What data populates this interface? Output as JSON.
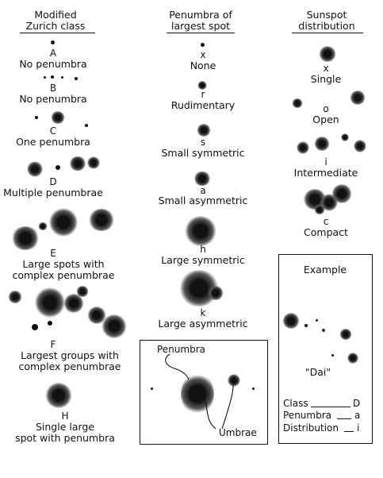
{
  "columns": {
    "zurich": {
      "title_line1": "Modified",
      "title_line2": "Zurich class",
      "items": [
        {
          "code": "A",
          "label": "No penumbra"
        },
        {
          "code": "B",
          "label": "No penumbra"
        },
        {
          "code": "C",
          "label": "One penumbra"
        },
        {
          "code": "D",
          "label": "Multiple penumbrae"
        },
        {
          "code": "E",
          "label_line1": "Large spots with",
          "label_line2": "complex penumbrae"
        },
        {
          "code": "F",
          "label_line1": "Largest groups with",
          "label_line2": "complex penumbrae"
        },
        {
          "code": "H",
          "label_line1": "Single large",
          "label_line2": "spot with penumbra"
        }
      ]
    },
    "penumbra": {
      "title_line1": "Penumbra of",
      "title_line2": "largest spot",
      "items": [
        {
          "code": "x",
          "label": "None"
        },
        {
          "code": "r",
          "label": "Rudimentary"
        },
        {
          "code": "s",
          "label": "Small symmetric"
        },
        {
          "code": "a",
          "label": "Small asymmetric"
        },
        {
          "code": "h",
          "label": "Large symmetric"
        },
        {
          "code": "k",
          "label": "Large asymmetric"
        }
      ],
      "inset": {
        "penumbra_label": "Penumbra",
        "umbrae_label": "Umbrae"
      }
    },
    "distribution": {
      "title_line1": "Sunspot",
      "title_line2": "distribution",
      "items": [
        {
          "code": "x",
          "label": "Single"
        },
        {
          "code": "o",
          "label": "Open"
        },
        {
          "code": "i",
          "label": "Intermediate"
        },
        {
          "code": "c",
          "label": "Compact"
        }
      ],
      "example": {
        "title": "Example",
        "name": "\"Dai\"",
        "class_label": "Class",
        "class_value": "D",
        "penumbra_label": "Penumbra",
        "penumbra_value": "a",
        "distribution_label": "Distribution",
        "distribution_value": "i"
      }
    }
  }
}
